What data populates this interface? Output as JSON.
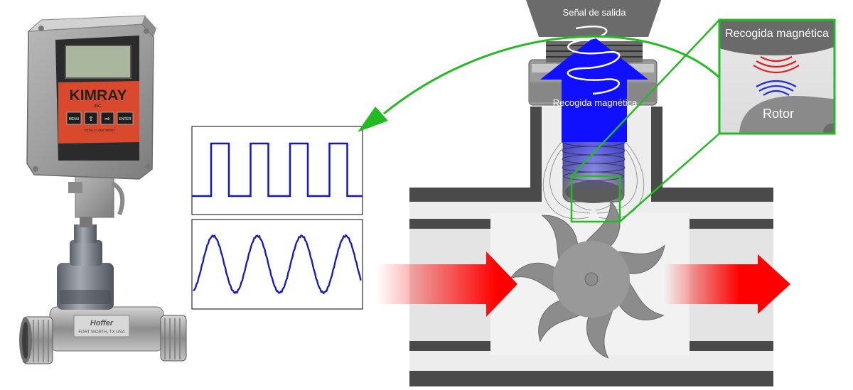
{
  "meter": {
    "brand": "KIMRAY",
    "brand_sub": "INC.",
    "buttons": [
      "MENU",
      "⇧",
      "⇨",
      "ENTER"
    ],
    "panel_caption": "TOTAL FLOW RESET",
    "turbine_brand": "Hoffer",
    "turbine_city": "FORT WORTH, TX USA"
  },
  "diagram": {
    "output_signal_label": "Señal de salida",
    "pickup_label": "Recogida magnética",
    "inset_pickup_label": "Recogida magnética",
    "inset_rotor_label": "Rotor"
  },
  "colors": {
    "pipe_dark": "#4a4a4a",
    "pipe_light": "#ededed",
    "flow_arrow": "#ff0000",
    "field_blue": "#1010ff",
    "signal_blue": "#1414c8",
    "highlight_green": "#22bb22",
    "inset_red": "#e02020",
    "inset_blue": "#2030d0"
  },
  "signals": {
    "square_cycles": 4,
    "sine_cycles": 4
  }
}
